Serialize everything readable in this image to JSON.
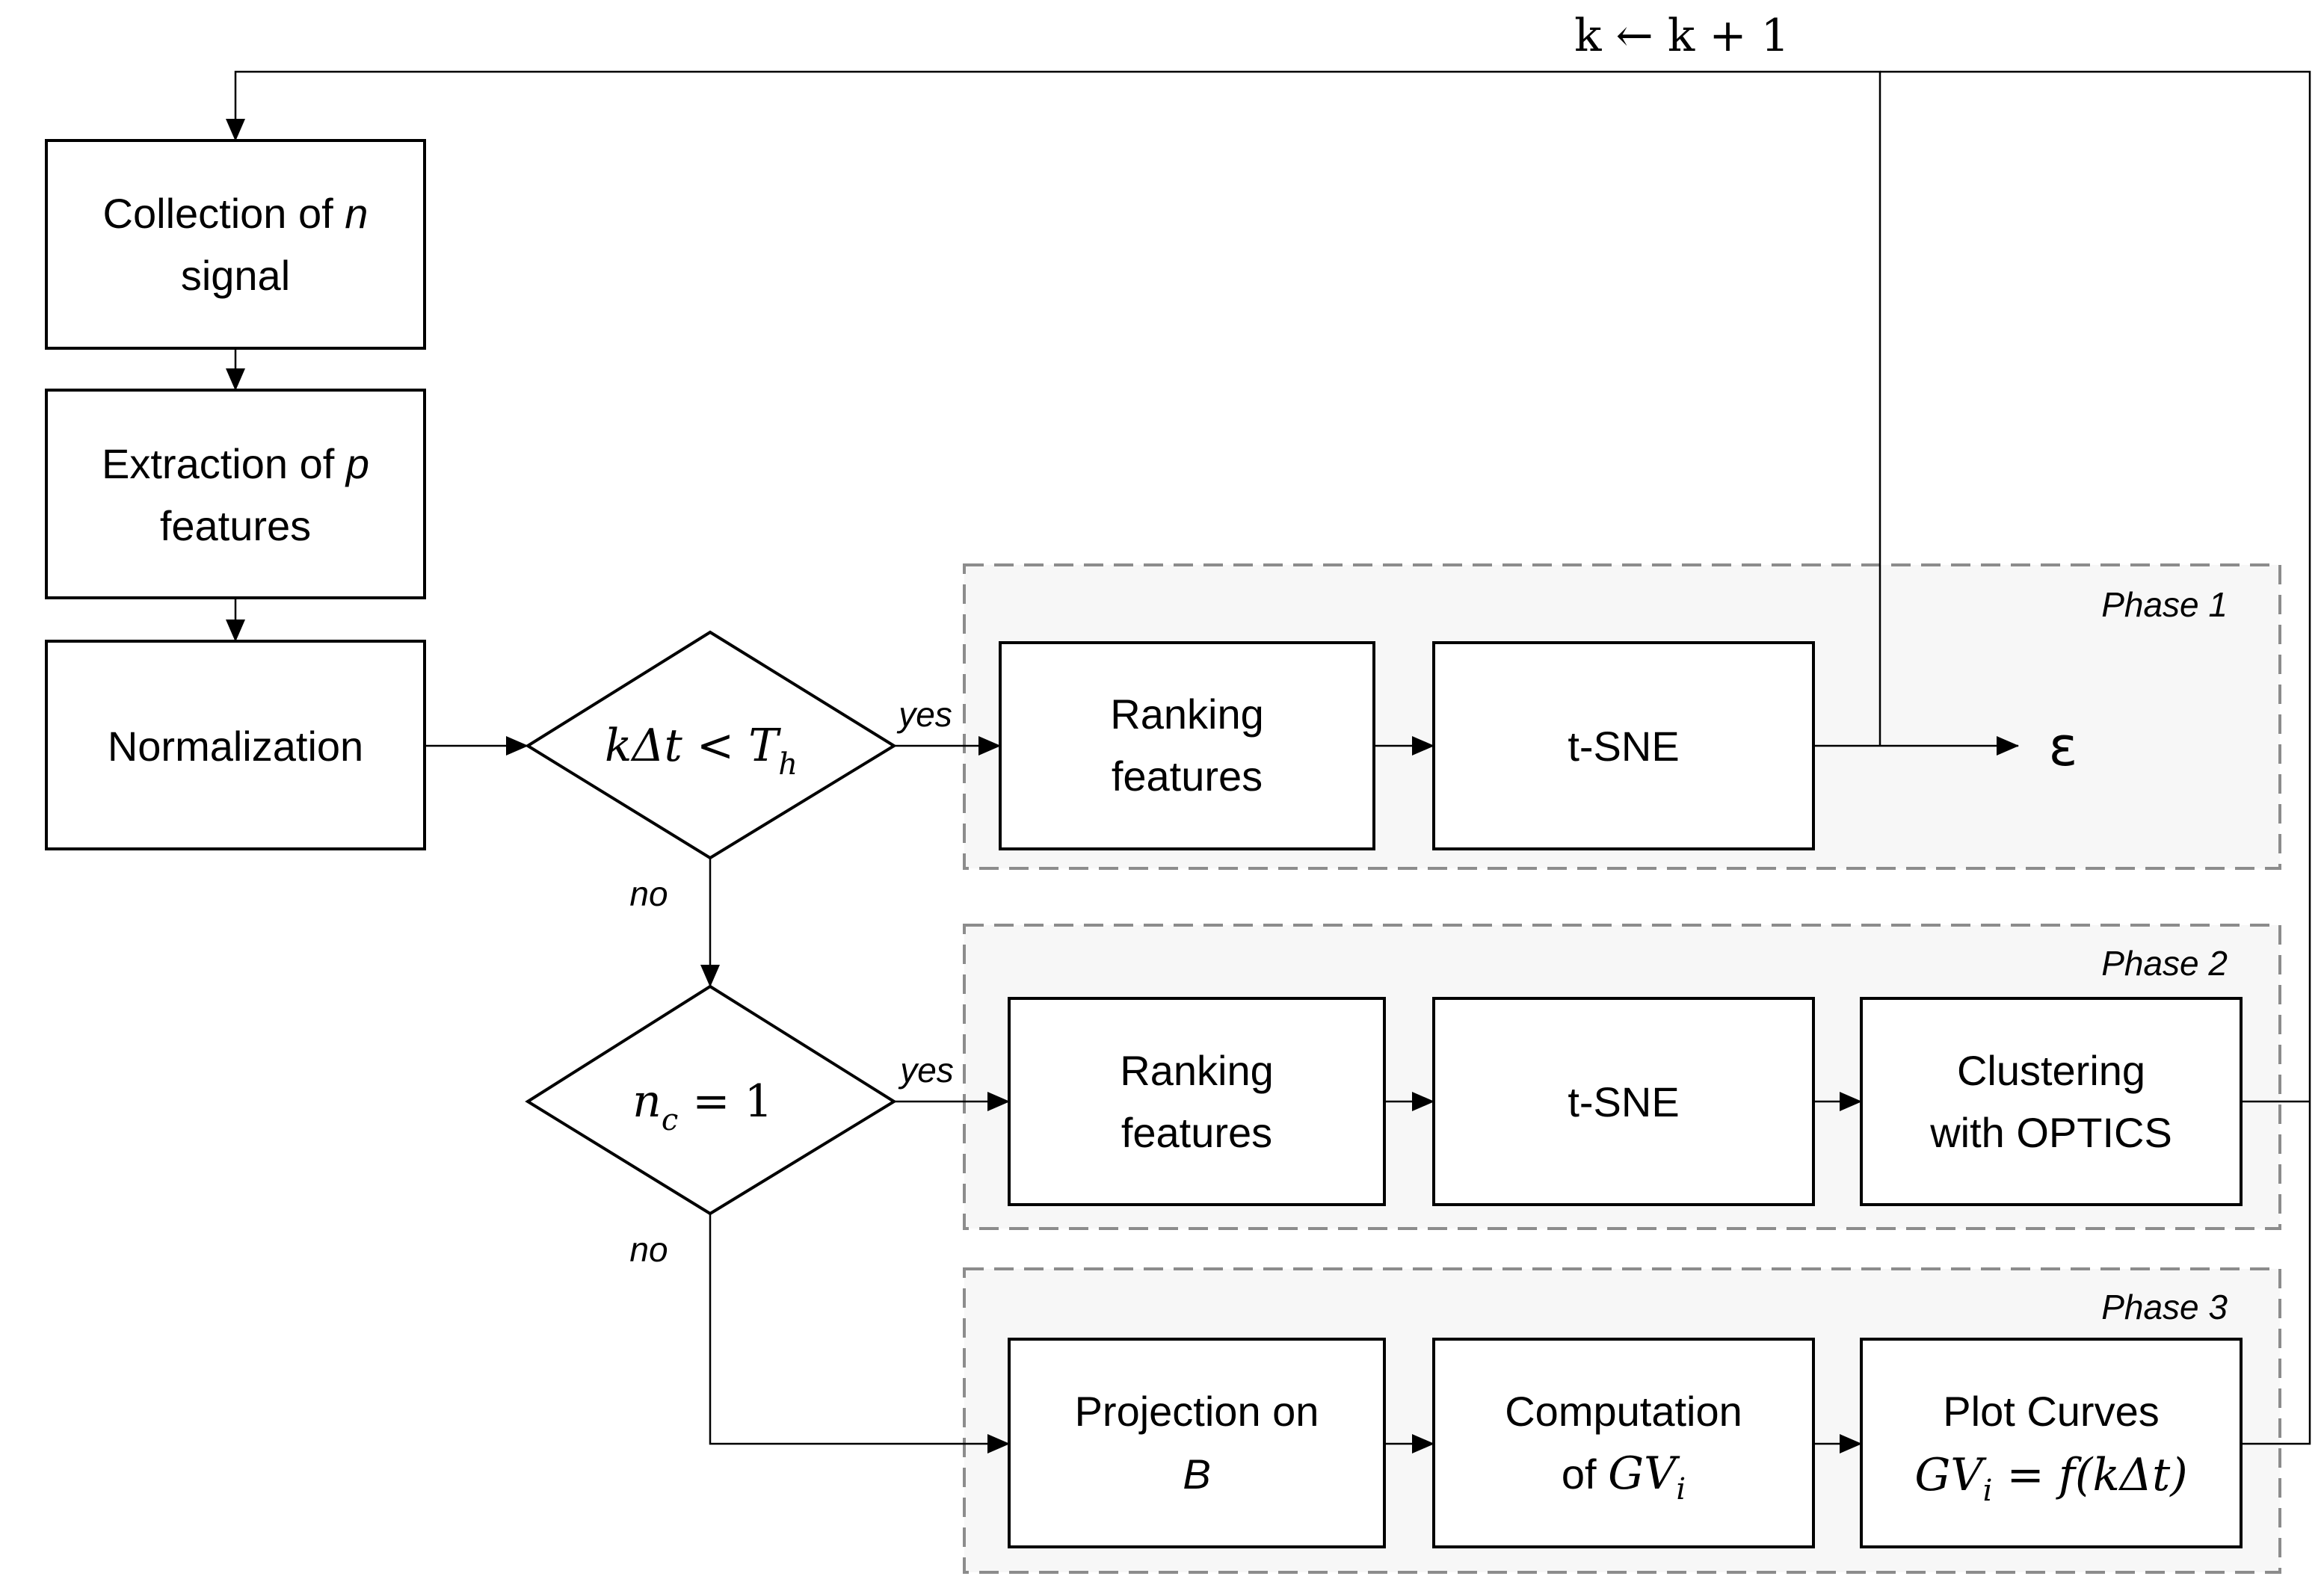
{
  "loop_label": "k ← k + 1",
  "boxes": {
    "collection": {
      "line1": "Collection of ",
      "var": "n",
      "line2": "signal"
    },
    "extraction": {
      "line1": "Extraction of ",
      "var": "p",
      "line2": "features"
    },
    "normalization": "Normalization"
  },
  "decisions": {
    "time_check": {
      "pre": "kΔt < T",
      "sub": "h",
      "yes": "yes",
      "no": "no"
    },
    "cluster_check": {
      "pre": "n",
      "sub": "c",
      "post": " = 1",
      "yes": "yes",
      "no": "no"
    }
  },
  "phase1": {
    "label": "Phase 1",
    "ranking": {
      "line1": "Ranking",
      "line2": "features"
    },
    "tsne": "t-SNE",
    "output": "ε"
  },
  "phase2": {
    "label": "Phase 2",
    "ranking": {
      "line1": "Ranking",
      "line2": "features"
    },
    "tsne": "t-SNE",
    "clustering": {
      "line1": "Clustering",
      "line2": "with OPTICS"
    }
  },
  "phase3": {
    "label": "Phase 3",
    "projection": {
      "line1": "Projection on",
      "line2": "B"
    },
    "computation": {
      "line1": "Computation",
      "line2_pre": "of ",
      "line2_var": "GV",
      "line2_sub": "i"
    },
    "plot": {
      "line1": "Plot Curves",
      "line2_var": "GV",
      "line2_sub": "i",
      "line2_post": " = f(kΔt)"
    }
  }
}
